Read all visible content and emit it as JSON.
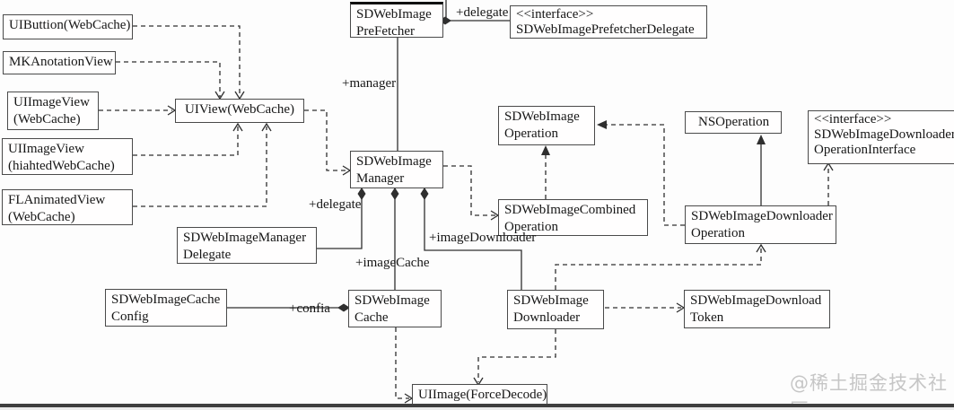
{
  "diagram": {
    "watermark": "@稀土掘金技术社区",
    "nodes": [
      {
        "id": "uibutton-webcache",
        "lines": [
          "UIButtion(WebCache)"
        ]
      },
      {
        "id": "mkanotationview",
        "lines": [
          "MKAnotationView"
        ]
      },
      {
        "id": "uiimageview-webcache",
        "lines": [
          "UIImageView",
          "(WebCache)"
        ]
      },
      {
        "id": "uiview-webcache",
        "lines": [
          "UIView(WebCache)"
        ]
      },
      {
        "id": "uiimageview-hiahtedwebcache",
        "lines": [
          "UIImageView",
          "(hiahtedWebCache)"
        ]
      },
      {
        "id": "flanimatedview-webcache",
        "lines": [
          "FLAnimatedView",
          "(WebCache)"
        ]
      },
      {
        "id": "sdwebimagemanager-delegate",
        "lines": [
          "SDWebImageManager",
          "Delegate"
        ]
      },
      {
        "id": "sdwebimagecache-config",
        "lines": [
          "SDWebImageCache",
          "Config"
        ]
      },
      {
        "id": "sdwebimage-prefetcher",
        "lines": [
          "SDWebImage",
          "PreFetcher"
        ]
      },
      {
        "id": "prefetcher-delegate-interface",
        "lines": [
          "<<interface>>",
          "SDWebImagePrefetcherDelegate"
        ]
      },
      {
        "id": "sdwebimage-manager",
        "lines": [
          "SDWebImage",
          "Manager"
        ]
      },
      {
        "id": "sdwebimage-operation",
        "lines": [
          "SDWebImage",
          "Operation"
        ]
      },
      {
        "id": "sdwebimage-combined-operation",
        "lines": [
          "SDWebImageCombined",
          "Operation"
        ]
      },
      {
        "id": "nsoperation",
        "lines": [
          "NSOperation"
        ]
      },
      {
        "id": "downloader-operation-interface",
        "lines": [
          "<<interface>>",
          "SDWebImageDownloader",
          "OperationInterface"
        ]
      },
      {
        "id": "sdwebimage-downloader-operation",
        "lines": [
          "SDWebImageDownloader",
          "Operation"
        ]
      },
      {
        "id": "sdwebimage-downloader",
        "lines": [
          "SDWebImage",
          "Downloader"
        ]
      },
      {
        "id": "sdwebimage-cache",
        "lines": [
          "SDWebImage",
          "Cache"
        ]
      },
      {
        "id": "sdwebimage-download-token",
        "lines": [
          "SDWebImageDownload",
          "Token"
        ]
      },
      {
        "id": "uiimage-forcedecode",
        "lines": [
          "UIImage(ForceDecode)"
        ]
      }
    ],
    "edge_labels": [
      {
        "id": "prefetcher-delegate-label",
        "text": "+delegate"
      },
      {
        "id": "prefetcher-manager-label",
        "text": "+manager"
      },
      {
        "id": "manager-delegate-label",
        "text": "+delegate"
      },
      {
        "id": "manager-imagedownloader-label",
        "text": "+imageDownloader"
      },
      {
        "id": "manager-imagecache-label",
        "text": "+imageCache"
      },
      {
        "id": "cache-config-label",
        "text": "+confia"
      }
    ],
    "colors": {
      "line": "#2f2f2f",
      "box_border": "#4a4a4a",
      "background": "#fdfdfd",
      "watermark": "#c6c6c6",
      "bottom_bar": "#3f3f3f"
    }
  }
}
